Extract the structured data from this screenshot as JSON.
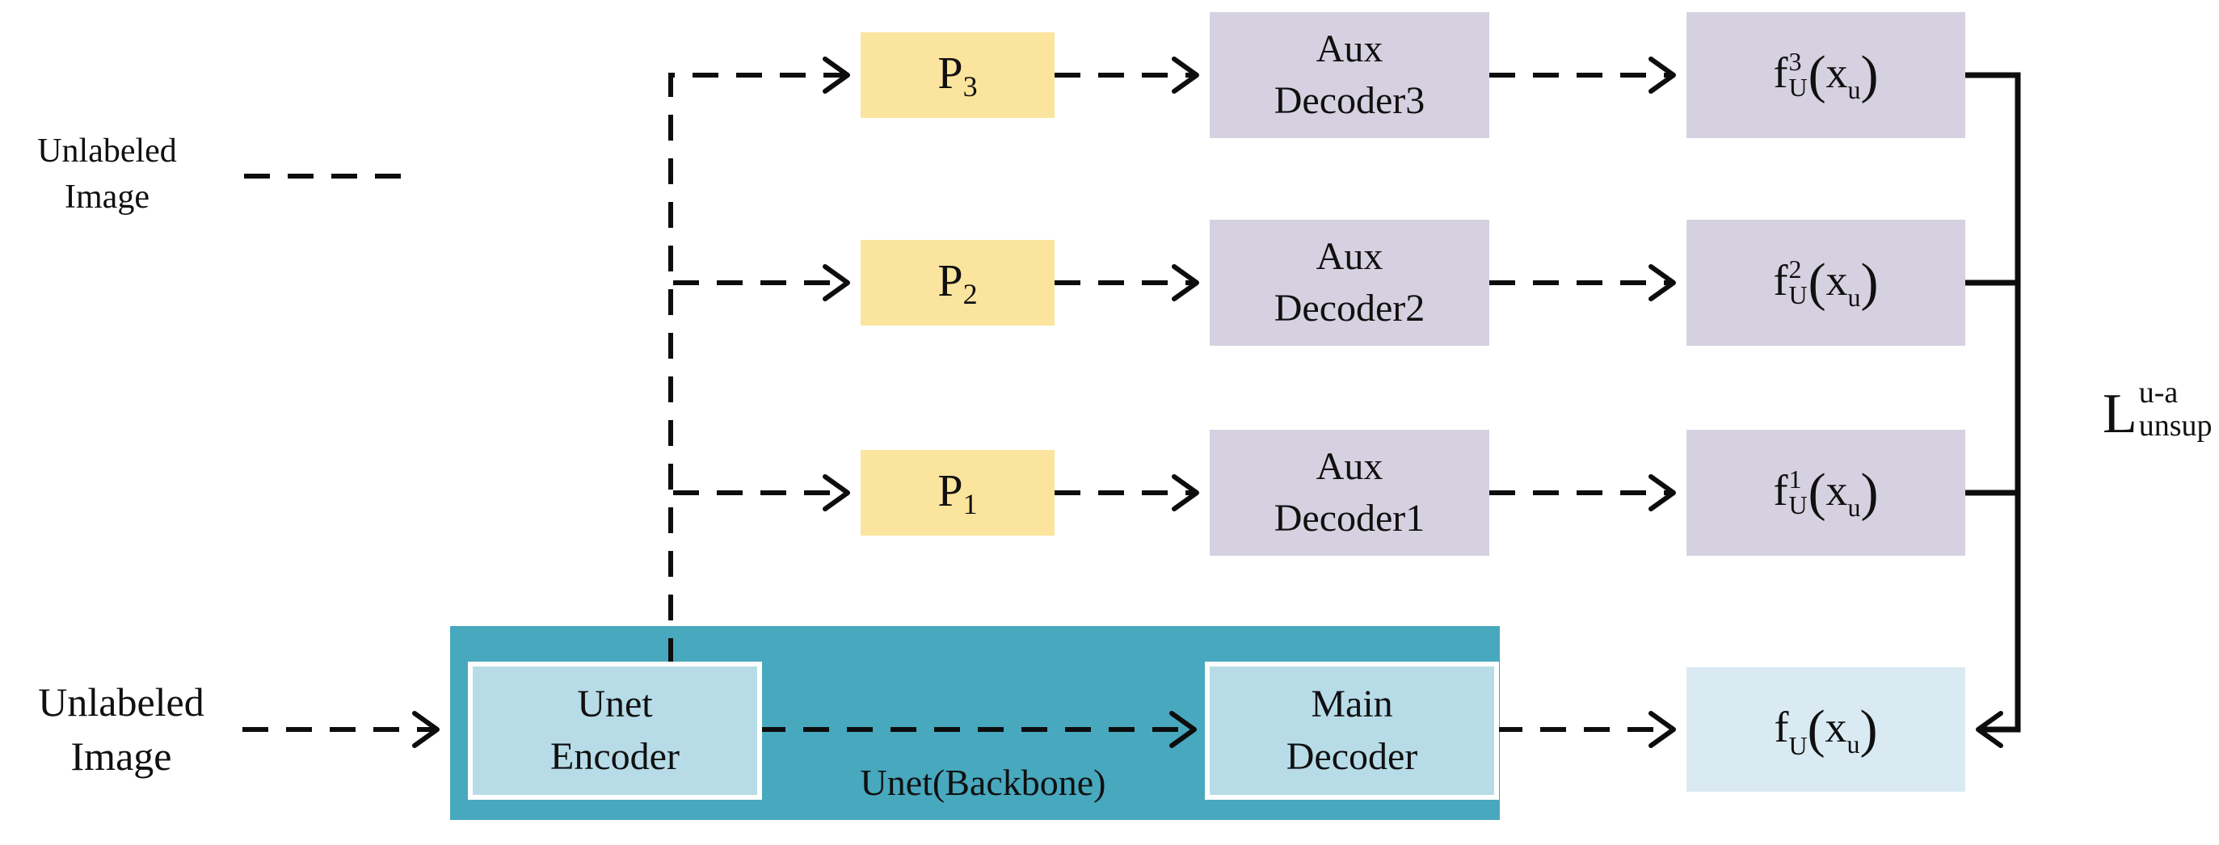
{
  "legend": {
    "line1": "Unlabeled",
    "line2": "Image"
  },
  "input_label": {
    "line1": "Unlabeled",
    "line2": "Image"
  },
  "perturbations": [
    {
      "name": "P",
      "sub": "3"
    },
    {
      "name": "P",
      "sub": "2"
    },
    {
      "name": "P",
      "sub": "1"
    }
  ],
  "aux_decoders": [
    {
      "line1": "Aux",
      "line2": "Decoder3"
    },
    {
      "line1": "Aux",
      "line2": "Decoder2"
    },
    {
      "line1": "Aux",
      "line2": "Decoder1"
    }
  ],
  "aux_outputs": [
    {
      "func": "f",
      "sup": "3",
      "sub": "U",
      "open": "(",
      "arg": "x",
      "arg_sub": "u",
      "close": ")"
    },
    {
      "func": "f",
      "sup": "2",
      "sub": "U",
      "open": "(",
      "arg": "x",
      "arg_sub": "u",
      "close": ")"
    },
    {
      "func": "f",
      "sup": "1",
      "sub": "U",
      "open": "(",
      "arg": "x",
      "arg_sub": "u",
      "close": ")"
    }
  ],
  "main_output": {
    "func": "f",
    "sub": "U",
    "open": "(",
    "arg": "x",
    "arg_sub": "u",
    "close": ")"
  },
  "backbone": {
    "label": "Unet(Backbone)",
    "encoder": {
      "line1": "Unet",
      "line2": "Encoder"
    },
    "main_decoder": {
      "line1": "Main",
      "line2": "Decoder"
    }
  },
  "loss": {
    "base": "L",
    "sup": "u-a",
    "sub": "unsup"
  },
  "colors": {
    "perturbation_fill": "#FBE49D",
    "aux_fill": "#D6D1E0",
    "backbone_fill": "#47A8BE",
    "inner_box_fill": "#B7DCE8",
    "main_output_fill": "#D9EAF3",
    "line": "#0D0D0D"
  }
}
